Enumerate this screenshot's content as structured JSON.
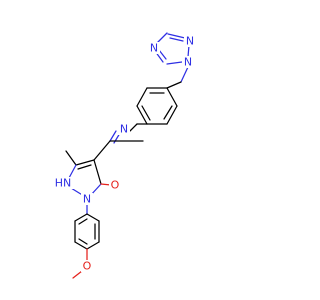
{
  "molecule": {
    "colors": {
      "carbon": "#000000",
      "nitrogen": "#2f30e4",
      "oxygen": "#e5221c",
      "background": "#ffffff"
    },
    "labels": {
      "triazole_n1": "N",
      "triazole_n2": "N",
      "triazole_n4": "N",
      "imine_n": "N",
      "pyrazole_nh": "HN",
      "pyrazole_n": "N",
      "carbonyl_o": "O",
      "methoxy_o": "O"
    }
  }
}
